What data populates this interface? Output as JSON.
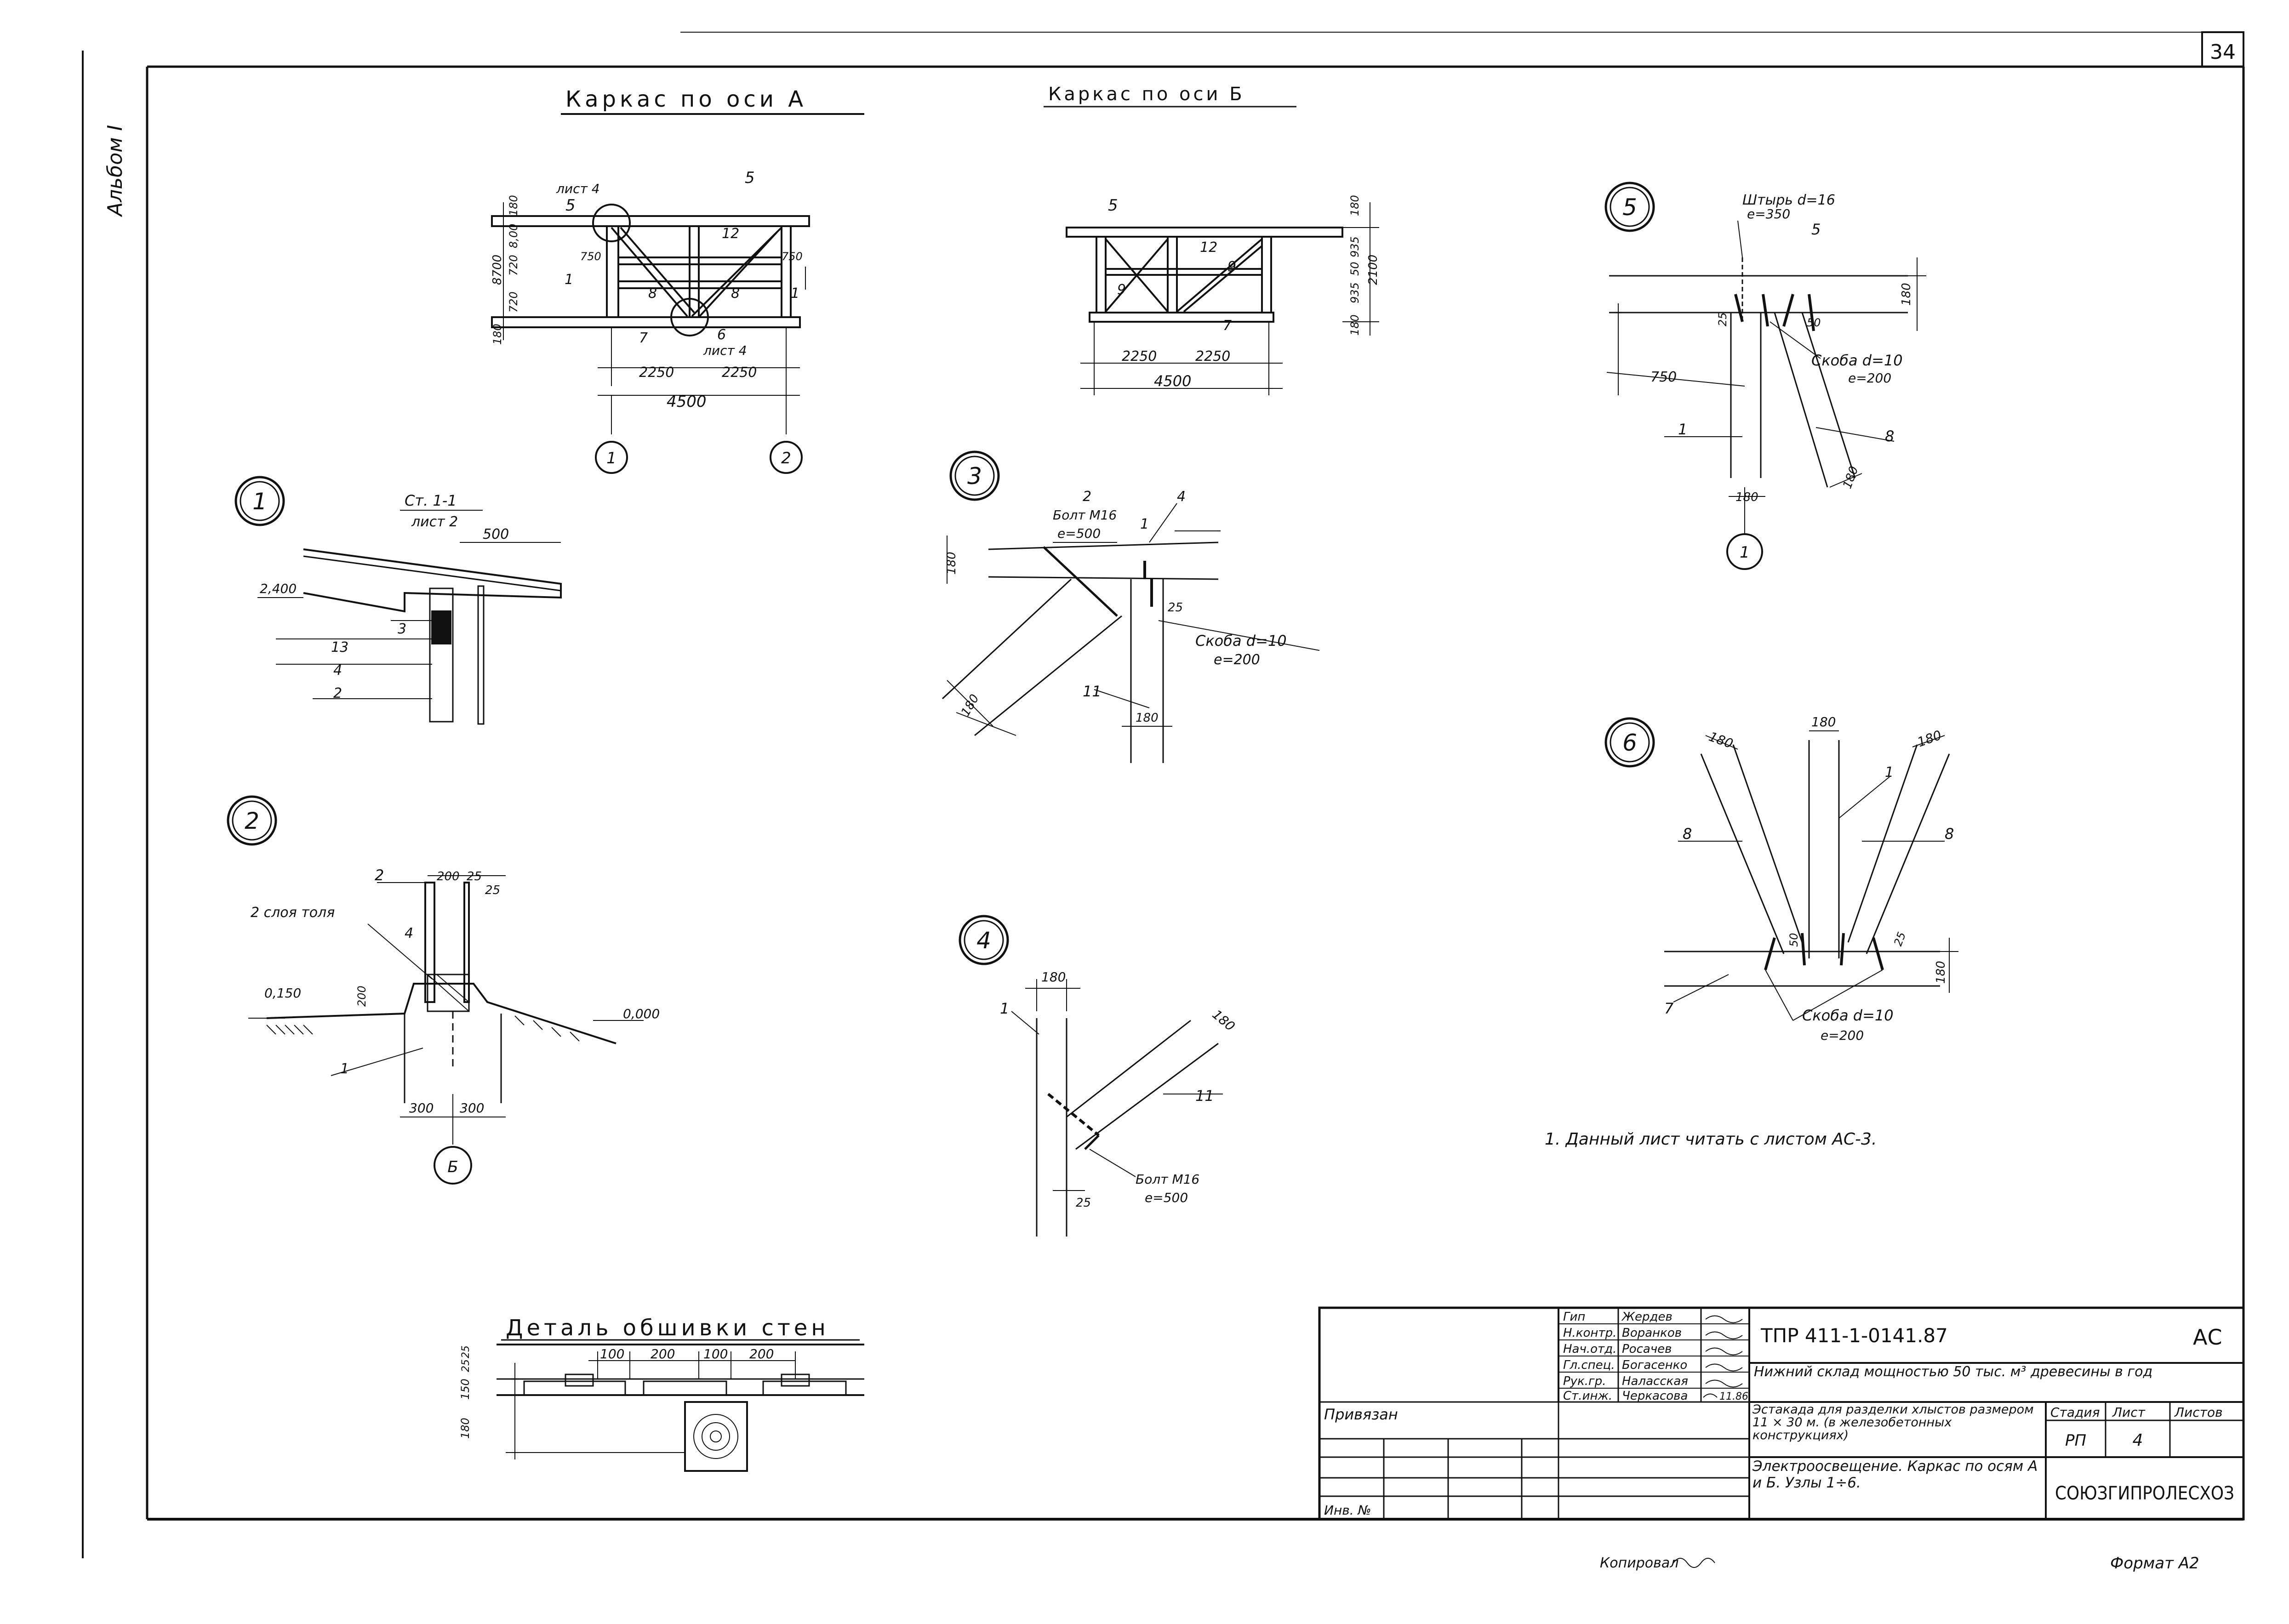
{
  "sheet": {
    "number": "34",
    "album": "Альбом I",
    "copied_by": "Копировал",
    "format": "Формат А2"
  },
  "views": {
    "axis_a_title": "Каркас по оси А",
    "axis_b_title": "Каркас по оси Б",
    "cladding_title": "Деталь обшивки стен"
  },
  "axis_a": {
    "label_5": "5",
    "sheet_ref_top": "лист 4",
    "label_5_right": "5",
    "label_12": "12",
    "label_1_left": "1",
    "label_1_right": "1",
    "label_8_left": "8",
    "label_8_right": "8",
    "label_7": "7",
    "label_6": "6",
    "sheet_ref_bottom": "лист 4",
    "dim_750_left": "750",
    "dim_750_right": "750",
    "dim_180_top": "180",
    "dim_8700": "8700",
    "dim_720a": "720",
    "dim_720b": "720",
    "dim_8_00": "8,00",
    "dim_180_bottom": "180",
    "dim_2250_a": "2250",
    "dim_2250_b": "2250",
    "dim_4500": "4500",
    "axis_1": "1",
    "axis_2": "2"
  },
  "axis_b": {
    "label_5": "5",
    "label_12": "12",
    "label_9_left": "9",
    "label_9_right": "9",
    "label_7": "7",
    "dim_180_top": "180",
    "dim_935_top": "935",
    "dim_50": "50",
    "dim_2100": "2100",
    "dim_935_bottom": "935",
    "dim_180_bottom": "180",
    "dim_2250_a": "2250",
    "dim_2250_b": "2250",
    "dim_4500": "4500"
  },
  "node1": {
    "number": "1",
    "section": "Ст. 1-1",
    "sheet_ref": "лист 2",
    "dim_500": "500",
    "level": "2,400",
    "label_13": "13",
    "label_3": "3",
    "label_4": "4",
    "label_2": "2"
  },
  "node2": {
    "number": "2",
    "label_2": "2",
    "label_4": "4",
    "label_1": "1",
    "lining": "2 слоя толя",
    "dim_200_top": "200",
    "dim_25_a": "25",
    "dim_25_b": "25",
    "dim_200_side": "200",
    "level_left": "0,150",
    "level_right": "0,000",
    "dim_300_a": "300",
    "dim_300_b": "300",
    "axis": "Б"
  },
  "node3": {
    "number": "3",
    "label_2": "2",
    "bolt": "Болт М16",
    "bolt_e": "е=500",
    "label_1": "1",
    "label_4": "4",
    "dim_180_a": "180",
    "dim_25": "25",
    "staple": "Скоба d=10",
    "staple_e": "е=200",
    "label_11": "11",
    "dim_180_b": "180",
    "dim_180_c": "180"
  },
  "node4": {
    "number": "4",
    "dim_180_a": "180",
    "dim_180_b": "180",
    "label_1": "1",
    "label_11": "11",
    "bolt": "Болт М16",
    "bolt_e": "е=500",
    "dim_25": "25"
  },
  "node5": {
    "number": "5",
    "pin": "Штырь d=16",
    "pin_e": "е=350",
    "label_5": "5",
    "dim_180_r": "180",
    "dim_25": "25",
    "dim_50": "50",
    "staple": "Скоба d=10",
    "staple_e": "е=200",
    "dim_750": "750",
    "label_1": "1",
    "label_8": "8",
    "dim_180_b": "180",
    "dim_180_c": "180",
    "axis": "1"
  },
  "node6": {
    "number": "6",
    "dim_180_a": "180",
    "dim_180_b": "180",
    "dim_180_c": "180",
    "label_1": "1",
    "label_8_left": "8",
    "label_8_right": "8",
    "dim_50": "50",
    "dim_25": "25",
    "dim_180_r": "180",
    "label_7": "7",
    "staple": "Скоба d=10",
    "staple_e": "е=200"
  },
  "cladding": {
    "dim_100_a": "100",
    "dim_200_a": "200",
    "dim_100_b": "100",
    "dim_200_b": "200",
    "dim_25": "25",
    "dim_25b": "25",
    "dim_150": "150",
    "dim_180": "180"
  },
  "note": "1. Данный лист читать с листом АС-3.",
  "title_block": {
    "roles": [
      "Гип",
      "Н.контр.",
      "Нач.отд.",
      "Гл.спец.",
      "Рук.гр.",
      "Ст.инж."
    ],
    "names": [
      "Жердев",
      "Воранков",
      "Росачев",
      "Богасенко",
      "Наласская",
      "Черкасова"
    ],
    "date": "11.86",
    "tied": "Привязан",
    "inv": "Инв. №",
    "code": "ТПР 411-1-0141.87",
    "mark": "АС",
    "project": "Нижний склад мощностью 50 тыс. м³ древесины в год",
    "object": "Эстакада для разделки хлыстов размером 11 × 30 м. (в железобетонных конструкциях)",
    "sheet_title": "Электроосвещение. Каркас по осям А и Б. Узлы 1÷6.",
    "stage_header": "Стадия",
    "sheet_header": "Лист",
    "sheets_header": "Листов",
    "stage": "РП",
    "sheet_no": "4",
    "org": "СОЮЗГИПРОЛЕСХОЗ"
  }
}
